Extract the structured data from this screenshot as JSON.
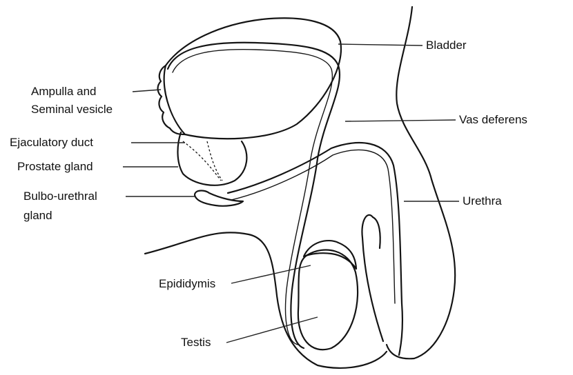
{
  "labels": {
    "bladder": "Bladder",
    "ampulla": "Ampulla and",
    "seminal_vesicle": "Seminal vesicle",
    "vas_deferens": "Vas deferens",
    "ejaculatory_duct": "Ejaculatory duct",
    "prostate_gland": "Prostate gland",
    "urethra": "Urethra",
    "bulbo_urethral": "Bulbo-urethral",
    "gland": "gland",
    "epididymis": "Epididymis",
    "testis": "Testis"
  },
  "colors": {
    "ink": "#141414",
    "background": "#ffffff"
  }
}
